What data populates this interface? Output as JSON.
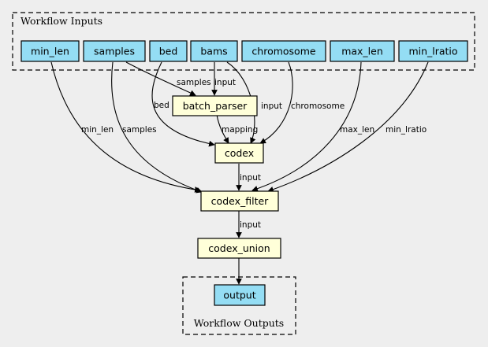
{
  "clusters": {
    "inputs_title": "Workflow Inputs",
    "outputs_title": "Workflow Outputs"
  },
  "inputs": [
    "min_len",
    "samples",
    "bed",
    "bams",
    "chromosome",
    "max_len",
    "min_lratio"
  ],
  "steps": [
    "batch_parser",
    "codex",
    "codex_filter",
    "codex_union"
  ],
  "outputs": [
    "output"
  ],
  "edges": [
    {
      "from": "samples",
      "to": "batch_parser",
      "label": "samples"
    },
    {
      "from": "bams",
      "to": "batch_parser",
      "label": "input"
    },
    {
      "from": "bed",
      "to": "codex",
      "label": "bed"
    },
    {
      "from": "batch_parser",
      "to": "codex",
      "label": "mapping"
    },
    {
      "from": "bams",
      "to": "codex",
      "label": "input"
    },
    {
      "from": "chromosome",
      "to": "codex",
      "label": "chromosome"
    },
    {
      "from": "min_len",
      "to": "codex_filter",
      "label": "min_len"
    },
    {
      "from": "samples",
      "to": "codex_filter",
      "label": "samples"
    },
    {
      "from": "codex",
      "to": "codex_filter",
      "label": "input"
    },
    {
      "from": "max_len",
      "to": "codex_filter",
      "label": "max_len"
    },
    {
      "from": "min_lratio",
      "to": "codex_filter",
      "label": "min_lratio"
    },
    {
      "from": "codex_filter",
      "to": "codex_union",
      "label": "input"
    },
    {
      "from": "codex_union",
      "to": "output",
      "label": ""
    }
  ]
}
